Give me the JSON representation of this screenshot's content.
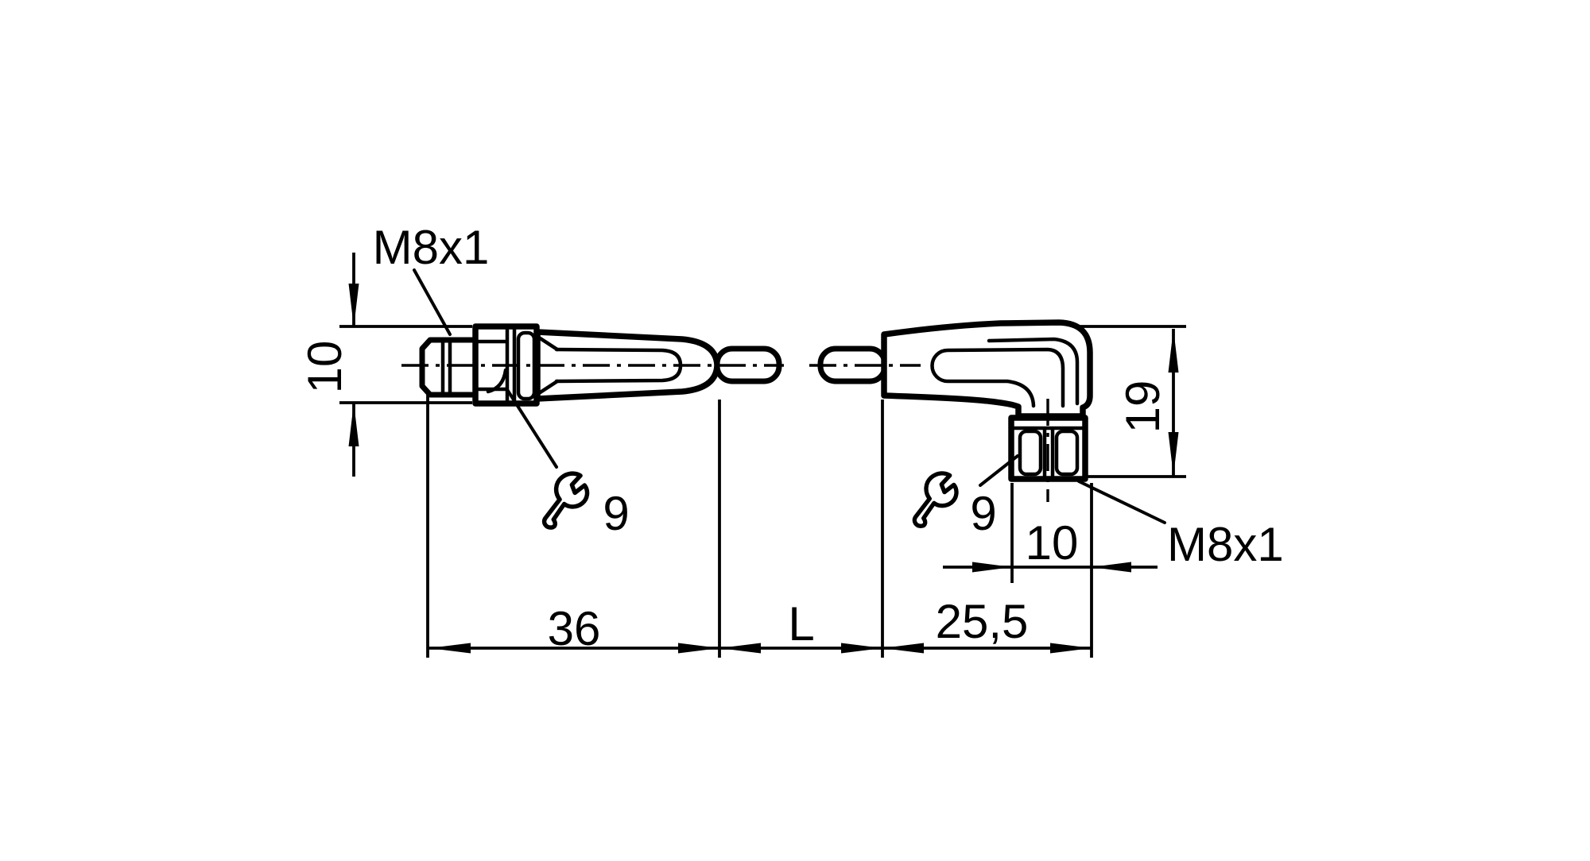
{
  "drawing": {
    "colors": {
      "background": "#ffffff",
      "line": "#000000"
    },
    "labels": {
      "left_thread": "M8x1",
      "left_diameter": "10",
      "left_wrench_size": "9",
      "left_connector_length": "36",
      "cable_length": "L",
      "right_connector_length": "25,5",
      "right_height": "19",
      "right_nut_width": "10",
      "right_wrench_size": "9",
      "right_thread": "M8x1"
    }
  }
}
